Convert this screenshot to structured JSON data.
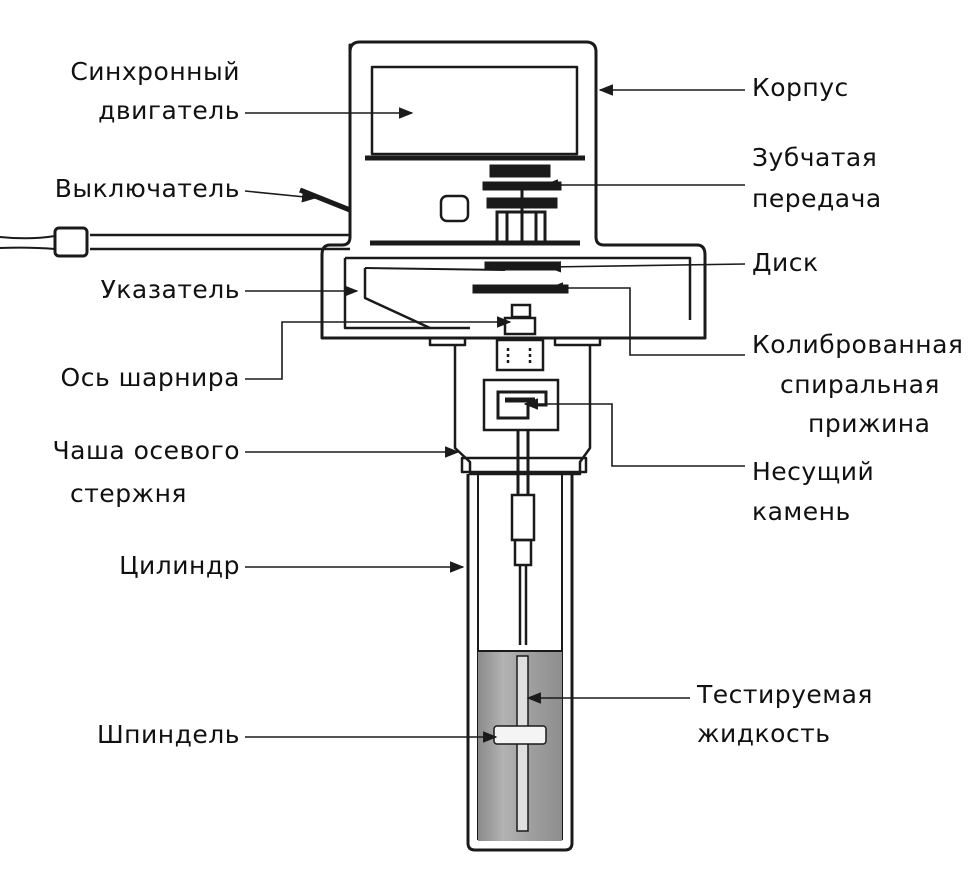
{
  "colors": {
    "ink": "#1a1a1a",
    "liquid": "#9a9a9a",
    "liquid_light": "#c4c4c4",
    "background": "#ffffff"
  },
  "labels": {
    "motor_line1": "Синхронный",
    "motor_line2": "двигатель",
    "switch": "Выключатель",
    "pointer": "Указатель",
    "pivot_axis": "Ось шарнира",
    "jewel_cup_line1": "Чаша осевого",
    "jewel_cup_line2": "стержня",
    "cylinder": "Цилиндр",
    "spindle": "Шпиндель",
    "housing": "Корпус",
    "gear_line1": "Зубчатая",
    "gear_line2": "передача",
    "dial": "Диск",
    "spring_line1": "Колиброванная",
    "spring_line2": "спиральная",
    "spring_line3": "прижина",
    "jewel_line1": "Несущий",
    "jewel_line2": "камень",
    "fluid_line1": "Тестируемая",
    "fluid_line2": "жидкость"
  }
}
